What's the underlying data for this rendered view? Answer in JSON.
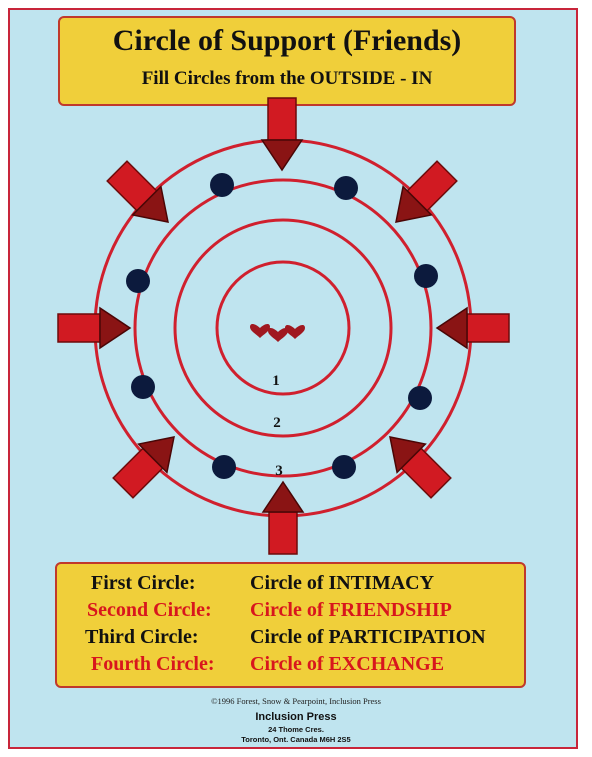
{
  "title": "Circle of Support  (Friends)",
  "subtitle": "Fill Circles from the OUTSIDE - IN",
  "circle_numbers": [
    "1",
    "2",
    "3"
  ],
  "legend": [
    {
      "circle": "First Circle:",
      "name": "Circle of INTIMACY"
    },
    {
      "circle": "Second Circle:",
      "name": "Circle of FRIENDSHIP"
    },
    {
      "circle": "Third Circle:",
      "name": "Circle of PARTICIPATION"
    },
    {
      "circle": "Fourth Circle:",
      "name": "Circle of EXCHANGE"
    }
  ],
  "footer": {
    "copyright": "©1996 Forest, Snow & Pearpoint, Inclusion Press",
    "publisher": "Inclusion Press",
    "address_line1": "24 Thome Cres.",
    "address_line2": "Toronto, Ont. Canada M6H 2S5"
  },
  "colors": {
    "background": "#bfe4ef",
    "box": "#f0cf3a",
    "ring": "#d0202e",
    "arrow": "#d11a22",
    "arrow_head": "#8a1414",
    "dot": "#0c1a3d",
    "heart": "#a01820",
    "accent_text": "#d8161d"
  }
}
